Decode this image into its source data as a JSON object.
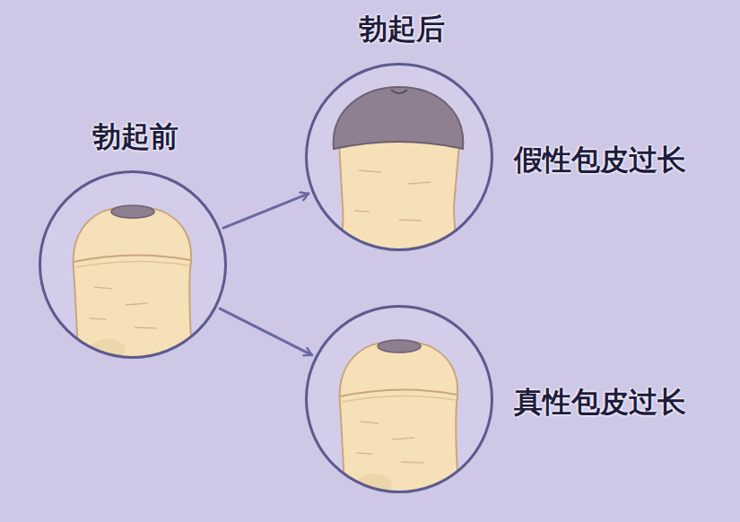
{
  "diagram": {
    "nodes": [
      {
        "text": [
          "勃起前"
        ]
      },
      {
        "text": [
          "勃起后",
          "假性包皮过长"
        ]
      },
      {
        "text": [
          "真性包皮过长"
        ]
      }
    ],
    "edges": [
      {
        "from": 0,
        "to": 1,
        "arrow": "to"
      },
      {
        "from": 0,
        "to": 2,
        "arrow": "to"
      }
    ]
  }
}
